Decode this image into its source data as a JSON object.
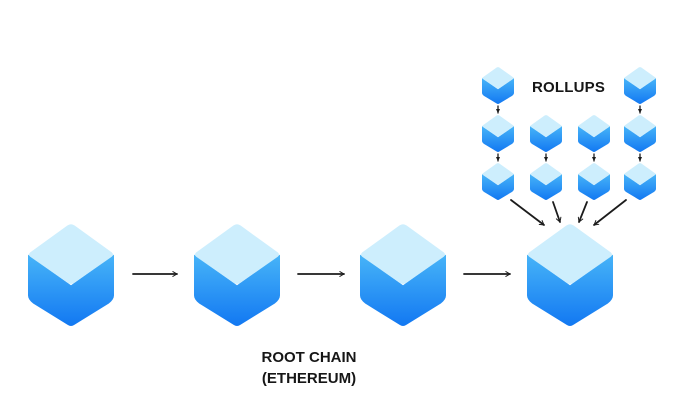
{
  "labels": {
    "rollups": "ROLLUPS",
    "root_chain_line1": "ROOT CHAIN",
    "root_chain_line2": "(ETHEREUM)"
  },
  "colors": {
    "cube_top": "#cdeefd",
    "cube_body_top": "#47b4f8",
    "cube_body_bottom": "#1278f2",
    "arrow": "#1c1c1c",
    "text": "#161616"
  },
  "diagram": {
    "root_chain_blocks": 4,
    "rollup_columns": [
      3,
      2,
      2,
      3
    ]
  }
}
